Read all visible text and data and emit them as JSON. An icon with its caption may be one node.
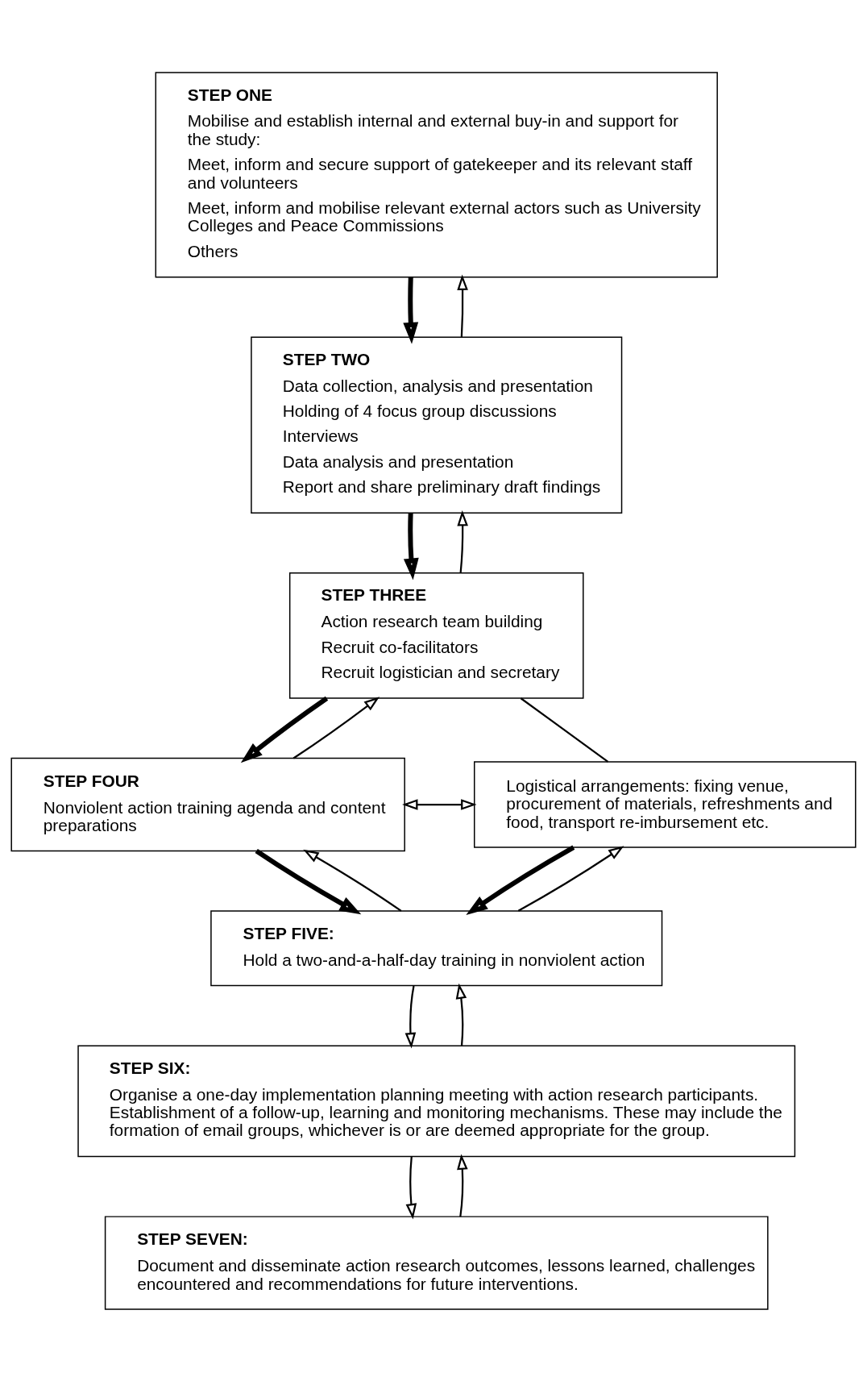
{
  "diagram": {
    "nodes": [
      {
        "text": [
          "STEP ONE",
          "Mobilise and establish internal and external buy-in and support for the study:",
          "Meet, inform and secure support of gatekeeper and its relevant staff and volunteers",
          "Meet, inform and mobilise relevant external actors such as University Colleges and Peace Commissions",
          "Others"
        ]
      },
      {
        "text": [
          "STEP TWO",
          "Data collection, analysis and presentation",
          "Holding of 4 focus group discussions",
          "Interviews",
          "Data analysis and presentation",
          "Report and share preliminary draft findings"
        ]
      },
      {
        "text": [
          "STEP THREE",
          "Action research team building",
          "Recruit co-facilitators",
          "Recruit logistician and secretary"
        ]
      },
      {
        "text": [
          "STEP FOUR",
          "Nonviolent action training agenda and content preparations"
        ]
      },
      {
        "text": [
          "Logistical arrangements: fixing venue, procurement of materials, refreshments and food, transport re-imbursement etc."
        ]
      },
      {
        "text": [
          "STEP FIVE:",
          "Hold a two-and-a-half-day training in nonviolent action"
        ]
      },
      {
        "text": [
          "STEP SIX:",
          "Organise a one-day implementation planning meeting with action research participants. Establishment of a follow-up, learning and monitoring mechanisms. These may include the formation of email groups, whichever is or are deemed appropriate for the group."
        ]
      },
      {
        "text": [
          "STEP SEVEN:",
          "Document and disseminate action research outcomes, lessons learned, challenges encountered and recommendations for future interventions."
        ]
      }
    ],
    "edges": [
      {
        "from": 0,
        "to": 1,
        "arrow": "to",
        "style": "thick"
      },
      {
        "from": 1,
        "to": 0,
        "arrow": "to"
      },
      {
        "from": 1,
        "to": 2,
        "arrow": "to",
        "style": "thick"
      },
      {
        "from": 2,
        "to": 1,
        "arrow": "to"
      },
      {
        "from": 2,
        "to": 3,
        "arrow": "to",
        "style": "thick"
      },
      {
        "from": 3,
        "to": 2,
        "arrow": "to"
      },
      {
        "from": 2,
        "to": 4,
        "arrow": "none"
      },
      {
        "from": 3,
        "to": 4,
        "arrow": "both"
      },
      {
        "from": 3,
        "to": 5,
        "arrow": "to",
        "style": "thick"
      },
      {
        "from": 5,
        "to": 3,
        "arrow": "to"
      },
      {
        "from": 4,
        "to": 5,
        "arrow": "to",
        "style": "thick"
      },
      {
        "from": 5,
        "to": 4,
        "arrow": "to"
      },
      {
        "from": 5,
        "to": 6,
        "arrow": "to"
      },
      {
        "from": 6,
        "to": 5,
        "arrow": "to"
      },
      {
        "from": 6,
        "to": 7,
        "arrow": "to"
      },
      {
        "from": 7,
        "to": 6,
        "arrow": "to"
      }
    ]
  }
}
